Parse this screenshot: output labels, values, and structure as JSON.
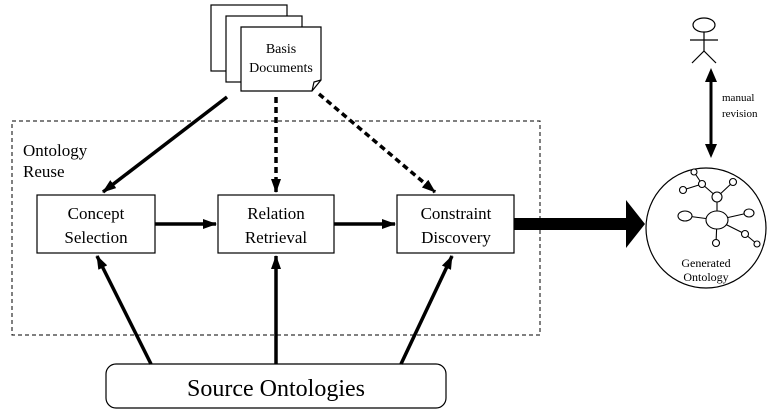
{
  "documents": {
    "line1": "Basis",
    "line2": "Documents"
  },
  "reuse_region": {
    "line1": "Ontology",
    "line2": "Reuse"
  },
  "steps": [
    {
      "line1": "Concept",
      "line2": "Selection"
    },
    {
      "line1": "Relation",
      "line2": "Retrieval"
    },
    {
      "line1": "Constraint",
      "line2": "Discovery"
    }
  ],
  "sources": {
    "label": "Source Ontologies"
  },
  "revision": {
    "line1": "manual",
    "line2": "revision"
  },
  "output": {
    "line1": "Generated",
    "line2": "Ontology"
  }
}
